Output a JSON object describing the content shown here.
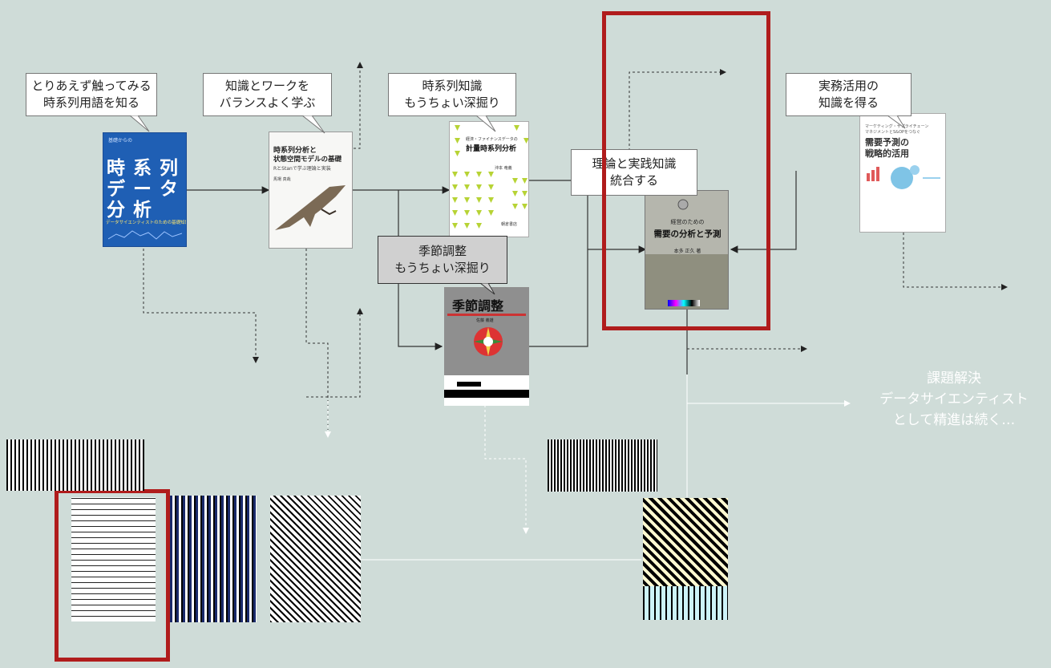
{
  "callouts": {
    "c1": [
      "とりあえず触ってみる",
      "時系列用語を知る"
    ],
    "c2": [
      "知識とワークを",
      "バランスよく学ぶ"
    ],
    "c3": [
      "時系列知識",
      "もうちょい深掘り"
    ],
    "c4": [
      "季節調整",
      "もうちょい深掘り"
    ],
    "c5": [
      "理論と実践知識",
      "統合する"
    ],
    "c6": [
      "実務活用の",
      "知識を得る"
    ]
  },
  "books": {
    "b1": {
      "top": "基礎からの",
      "title1": "時 系 列",
      "title2": "デ ー タ",
      "title3": "分 析",
      "sub": "データサイエンティストのための基礎知識"
    },
    "b2": {
      "title1": "時系列分析と",
      "title2": "状態空間モデルの基礎",
      "sub": "RとStanで学ぶ理論と実装",
      "author": "馬場 真哉"
    },
    "b3": {
      "top": "経済・ファイナンスデータの",
      "title": "計量時系列分析",
      "author": "沖本 竜義",
      "publisher": "朝倉書店"
    },
    "b4": {
      "title": "季節調整",
      "author": "佐藤 義雄"
    },
    "b5": {
      "top": "経営のための",
      "title": "需要の分析と予測",
      "author": "本多 正久 著"
    },
    "b6": {
      "top": "マーケティング・サプライチェーン",
      "top2": "マネジメントとS&OPをつなぐ",
      "title1": "需要予測の",
      "title2": "戦略的活用"
    }
  },
  "goal": [
    "課題解決",
    "データサイエンティスト",
    "として精進は続く…"
  ],
  "colors": {
    "background": "#cfdcd8",
    "highlight": "#b01c1c",
    "arrow": "#333333"
  }
}
